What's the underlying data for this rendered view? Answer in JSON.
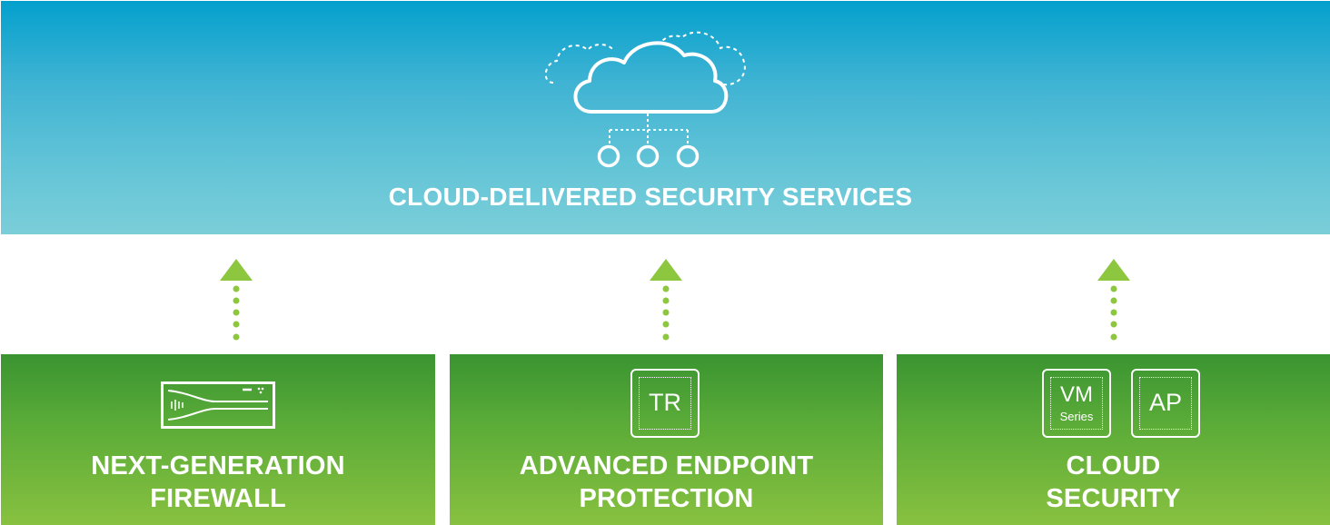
{
  "cloud": {
    "title": "CLOUD-DELIVERED SECURITY SERVICES",
    "icon": "cloud-network-icon"
  },
  "colors": {
    "cloud_top": "#03a0cd",
    "cloud_bottom": "#7bced8",
    "box_top": "#3a9431",
    "box_bottom": "#88c140",
    "arrow": "#8dc63f"
  },
  "boxes": [
    {
      "icon": "firewall-appliance-icon",
      "label_line1": "NEXT-GENERATION",
      "label_line2": "FIREWALL"
    },
    {
      "icon": "traps-icon",
      "icon_text": "TR",
      "label_line1": "ADVANCED ENDPOINT",
      "label_line2": "PROTECTION"
    },
    {
      "icons": [
        {
          "icon": "vm-series-icon",
          "text": "VM",
          "sub": "Series"
        },
        {
          "icon": "aperture-icon",
          "text": "AP"
        }
      ],
      "label_line1": "CLOUD",
      "label_line2": "SECURITY"
    }
  ]
}
